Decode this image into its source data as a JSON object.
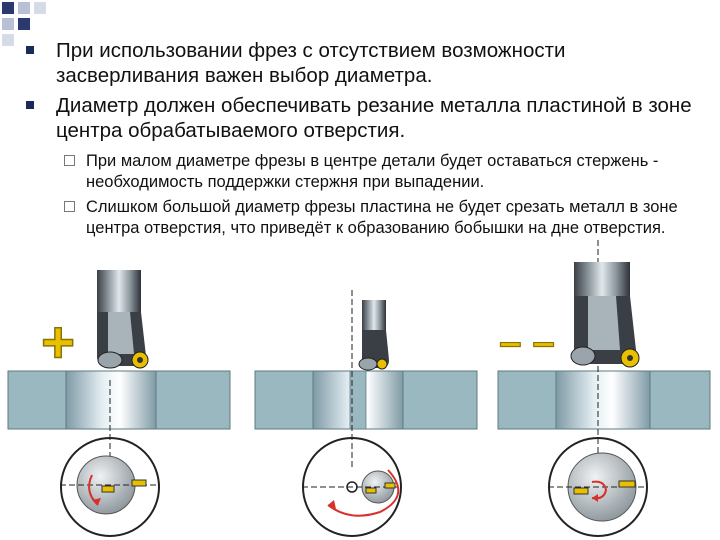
{
  "bullets": [
    {
      "text": "При использовании фрез с отсутствием возможности засверливания важен выбор диаметра."
    },
    {
      "text": "Диаметр должен обеспечивать резание металла пластиной в зоне центра обрабатываемого отверстия."
    }
  ],
  "sub_bullets": [
    {
      "text": "При малом диаметре фрезы в центре детали будет оставаться стержень - необходимость поддержки стержня при выпадении."
    },
    {
      "text": "Слишком большой диаметр фрезы пластина не будет срезать металл в зоне центра отверстия, что приведёт к образованию бобышки на дне отверстия."
    }
  ],
  "figure": {
    "sign_plus": "+",
    "sign_minus": "– –",
    "colors": {
      "accent": "#e8c000",
      "workpiece": "#9ab8c0",
      "tool_dark": "#2b2f33",
      "arrow": "#d6312a"
    }
  }
}
